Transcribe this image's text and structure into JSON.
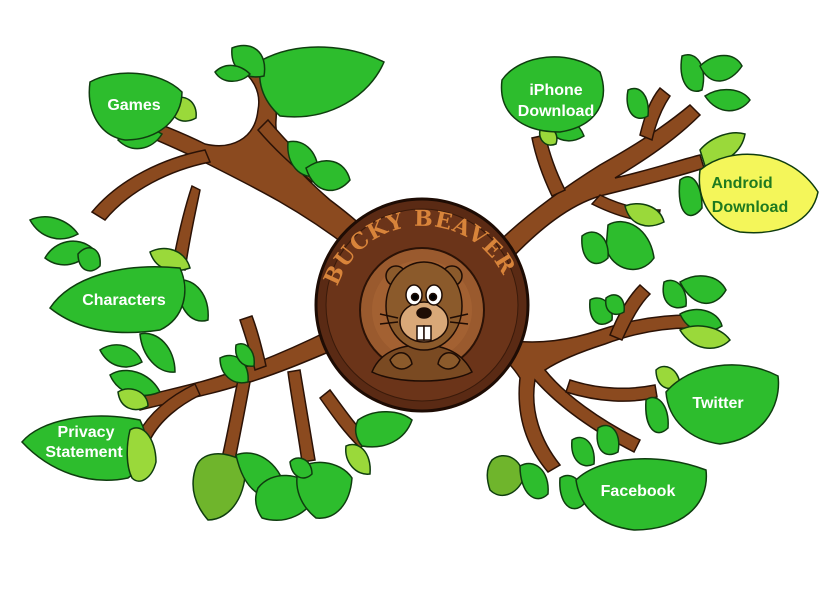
{
  "logo": {
    "title": "BUCKY BEAVER"
  },
  "nav": {
    "games": "Games",
    "characters": "Characters",
    "privacy_line1": "Privacy",
    "privacy_line2": "Statement",
    "iphone_line1": "iPhone",
    "iphone_line2": "Download",
    "android_line1": "Android",
    "android_line2": "Download",
    "twitter": "Twitter",
    "facebook": "Facebook"
  },
  "colors": {
    "leaf": "#2dbd2d",
    "leaf_light": "#9ad93a",
    "highlight_leaf": "#f4f65a",
    "branch": "#8b4a1f",
    "wood_ring": "#5a2a14",
    "beaver": "#8b5a2b",
    "title": "#d8843a"
  }
}
